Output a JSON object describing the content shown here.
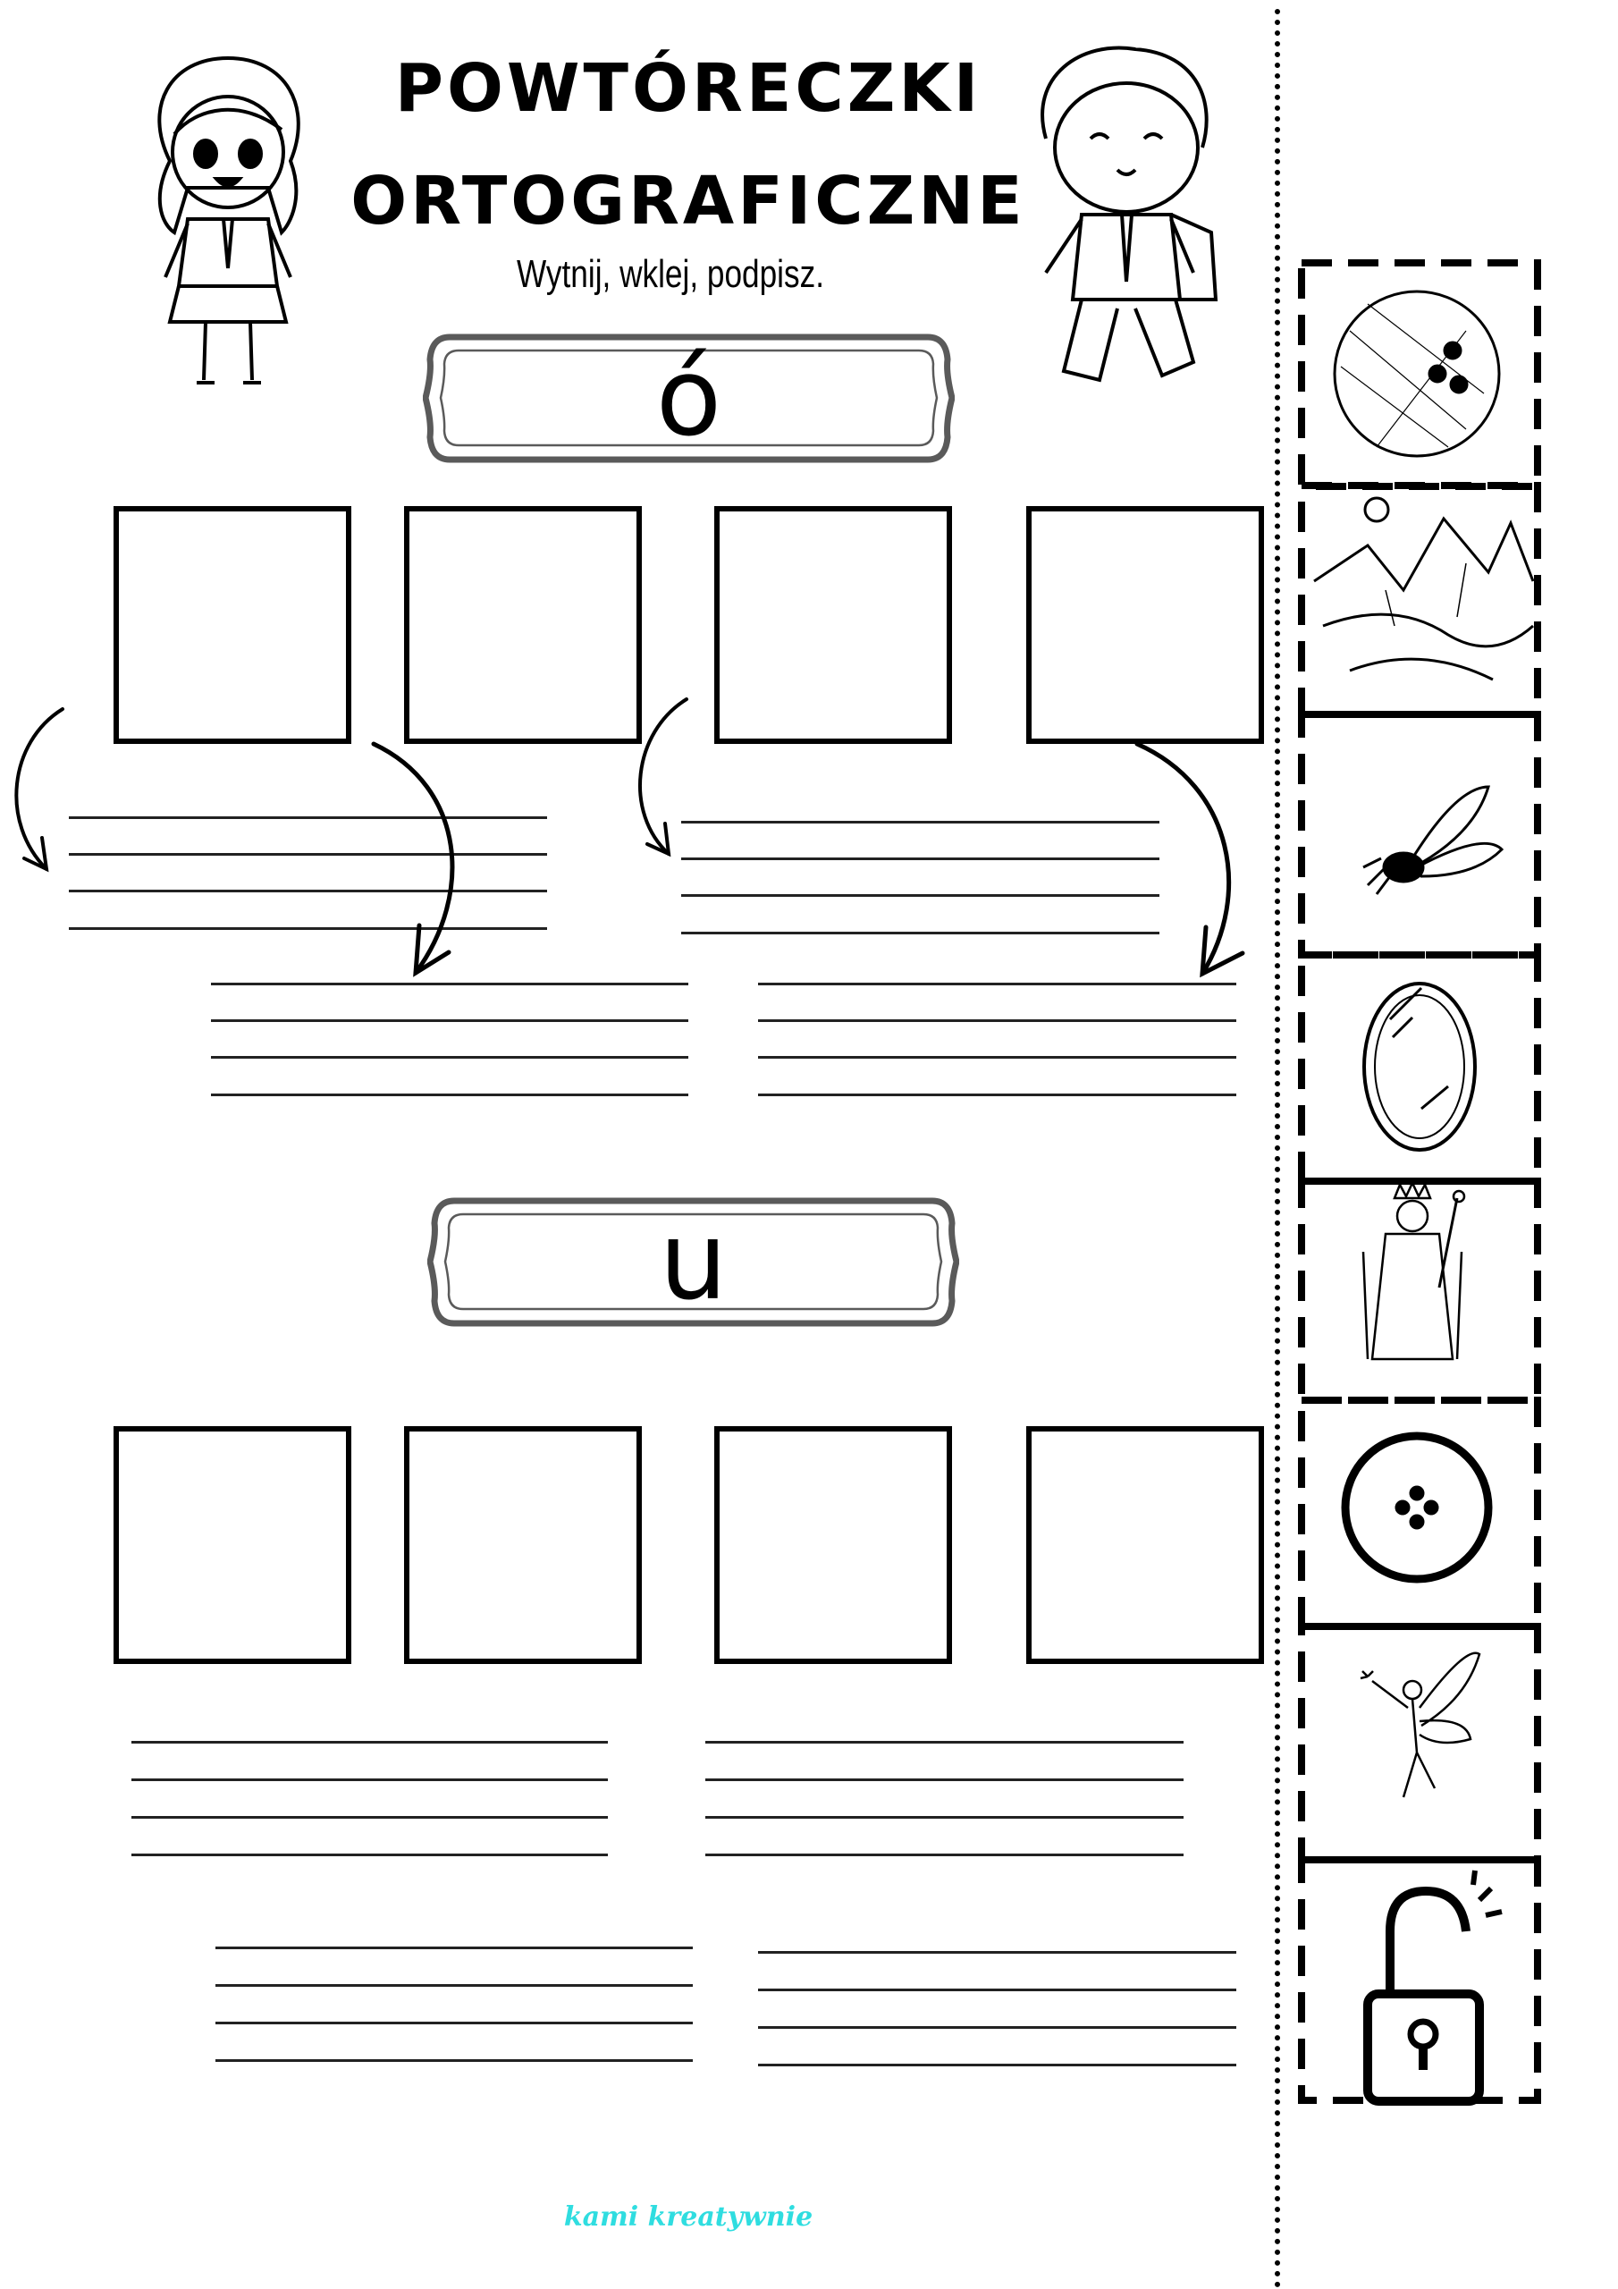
{
  "header": {
    "title_line1": "POWTÓRECZKI",
    "title_line2": "ORTOGRAFICZNE",
    "subtitle": "Wytnij, wklej, podpisz."
  },
  "sections": [
    {
      "letter": "ó",
      "box_count": 4,
      "line_groups": 4
    },
    {
      "letter": "u",
      "box_count": 4,
      "line_groups": 4
    }
  ],
  "cutout_strip": {
    "items": [
      "bowling-ball-icon",
      "mountains-icon",
      "fly-icon",
      "mirror-icon",
      "king-icon",
      "button-icon",
      "fairy-icon",
      "open-padlock-icon"
    ]
  },
  "footer": {
    "brand": "kami kreatywnie",
    "brand_color": "#2fdde0"
  }
}
